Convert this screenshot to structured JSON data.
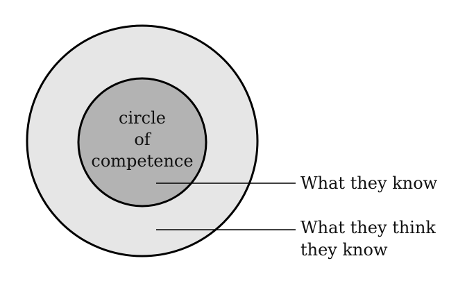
{
  "diagram": {
    "inner_circle": {
      "lines": [
        "circle",
        "of",
        "competence"
      ]
    },
    "callouts": [
      {
        "lines": [
          "What they know"
        ]
      },
      {
        "lines": [
          "What they think",
          "they know"
        ]
      }
    ]
  },
  "colors": {
    "outer_fill": "#e6e6e6",
    "inner_fill": "#b3b3b3",
    "stroke": "#000000",
    "text": "#111111"
  }
}
